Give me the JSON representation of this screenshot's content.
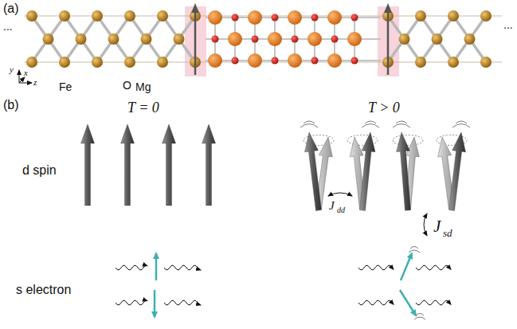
{
  "diagram": {
    "labels": [
      "(a)",
      "...",
      "...",
      "y",
      "x",
      "z",
      "Fe",
      "O",
      "Mg",
      "(b)",
      "T = 0",
      "T > 0",
      "d spin",
      "J",
      "dd",
      "J",
      "sd",
      "s electron"
    ]
  }
}
